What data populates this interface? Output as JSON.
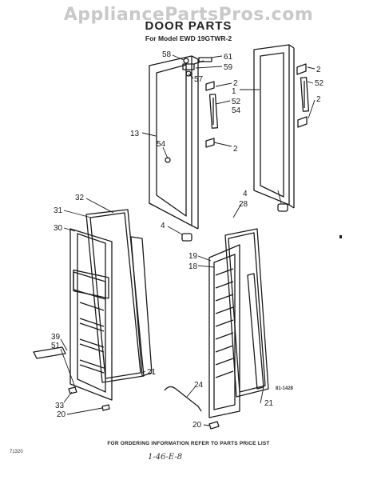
{
  "watermark": "AppliancePartsPros.com",
  "title": "DOOR PARTS",
  "model": "For Model EWD 19GTWR-2",
  "footer": "FOR ORDERING INFORMATION REFER TO PARTS PRICE LIST",
  "left_code": "71320",
  "diagram_code": "81-1428",
  "handwritten": "1-46-E-8",
  "callouts": [
    "58",
    "61",
    "59",
    "57",
    "2",
    "1",
    "52",
    "54",
    "13",
    "54",
    "2",
    "2",
    "52",
    "2",
    "4",
    "28",
    "32",
    "31",
    "30",
    "4",
    "19",
    "18",
    "39",
    "51",
    "33",
    "20",
    "21",
    "24",
    "21",
    "20"
  ],
  "colors": {
    "ink": "#1a1a1a",
    "watermark": "#c9c9c9",
    "background": "#ffffff"
  }
}
